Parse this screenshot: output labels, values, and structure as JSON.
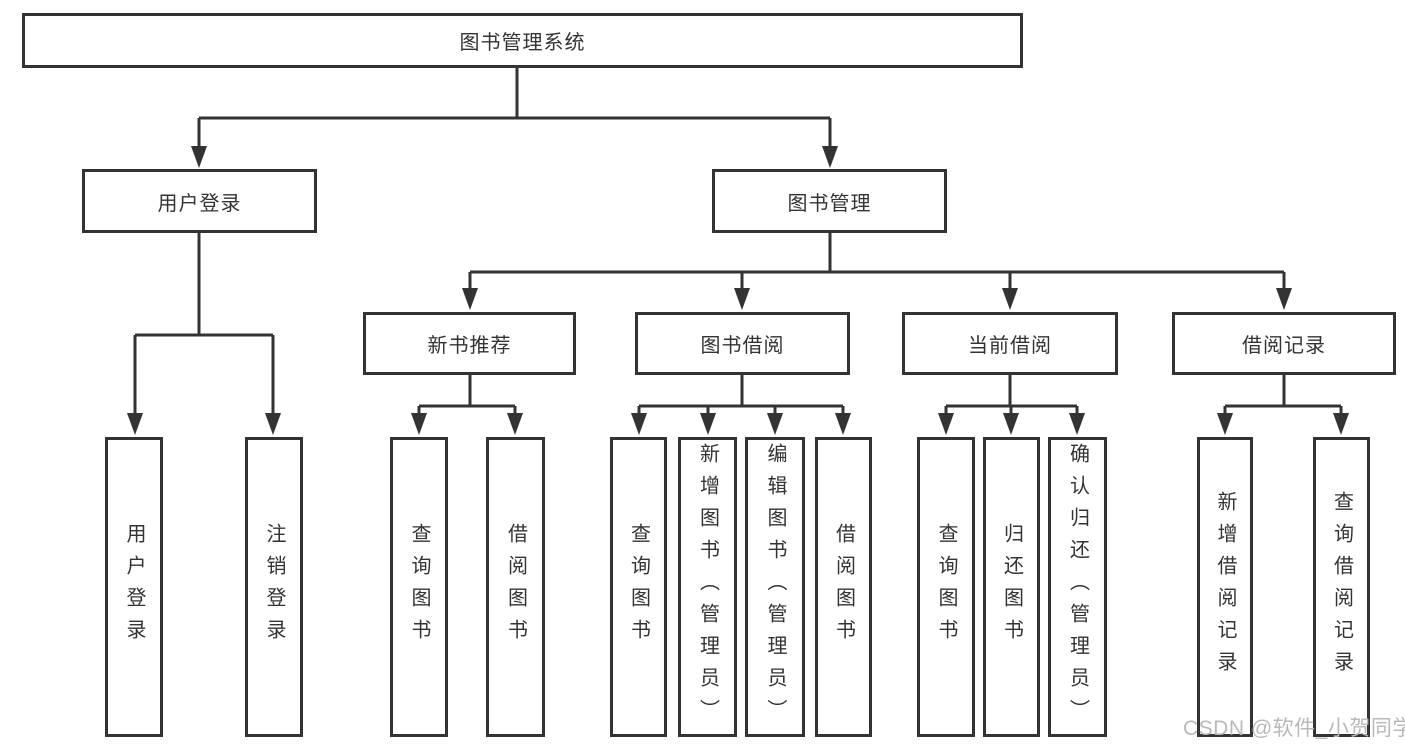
{
  "diagram": {
    "root": {
      "label": "图书管理系统"
    },
    "level2": [
      {
        "label": "用户登录"
      },
      {
        "label": "图书管理"
      }
    ],
    "level3": [
      {
        "label": "新书推荐"
      },
      {
        "label": "图书借阅"
      },
      {
        "label": "当前借阅"
      },
      {
        "label": "借阅记录"
      }
    ],
    "leaves": [
      {
        "label": "用户登录"
      },
      {
        "label": "注销登录"
      },
      {
        "label": "查询图书"
      },
      {
        "label": "借阅图书"
      },
      {
        "label": "查询图书"
      },
      {
        "label": "新增图书（管理员）"
      },
      {
        "label": "编辑图书（管理员）"
      },
      {
        "label": "借阅图书"
      },
      {
        "label": "查询图书"
      },
      {
        "label": "归还图书"
      },
      {
        "label": "确认归还（管理员）"
      },
      {
        "label": "新增借阅记录"
      },
      {
        "label": "查询借阅记录"
      }
    ]
  },
  "watermark": {
    "text": "CSDN @软件_小贺同学"
  },
  "colors": {
    "line": "#333333",
    "text": "#333333",
    "box_fill": "#ffffff",
    "watermark": "#b9b9b9",
    "background": "#ffffff"
  }
}
